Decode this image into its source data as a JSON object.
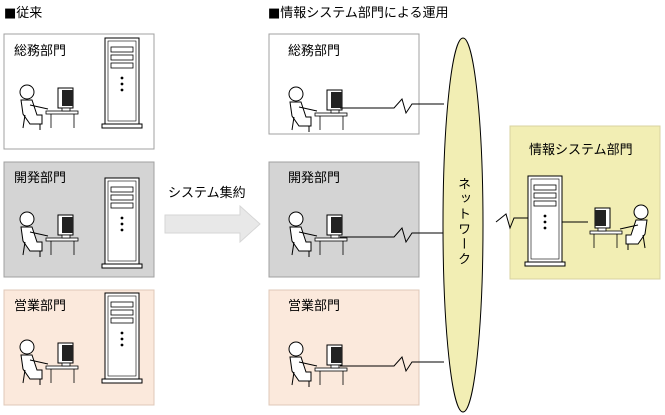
{
  "headings": {
    "before": "■従来",
    "after": "■情報システム部門による運用"
  },
  "before_panels": [
    {
      "label": "総務部門",
      "fill": "#ffffff",
      "stroke": "#a0a0a0"
    },
    {
      "label": "開発部門",
      "fill": "#d4d4d4",
      "stroke": "#a0a0a0"
    },
    {
      "label": "営業部門",
      "fill": "#fbe9dc",
      "stroke": "#dfc8b8"
    }
  ],
  "after_panels": [
    {
      "label": "総務部門",
      "fill": "#ffffff",
      "stroke": "#a0a0a0"
    },
    {
      "label": "開発部門",
      "fill": "#d4d4d4",
      "stroke": "#a0a0a0"
    },
    {
      "label": "営業部門",
      "fill": "#fbe9dc",
      "stroke": "#dfc8b8"
    }
  ],
  "consolidation_label": "システム集約",
  "network": {
    "label": "ネットワーク",
    "fill": "#f2eeb4"
  },
  "it_department": {
    "label": "情報システム部門",
    "fill": "#f2eeb4"
  },
  "colors": {
    "line": "#000000",
    "arrow": "#e8e8e8",
    "person": "#ffffff"
  }
}
